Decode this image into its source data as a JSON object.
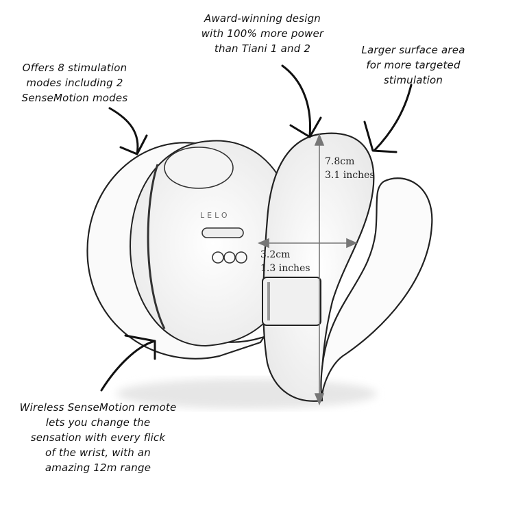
{
  "callouts": {
    "modes": "Offers 8 stimulation\nmodes including 2\nSenseMotion modes",
    "award": "Award-winning design\nwith 100% more power\nthan Tiani 1 and 2",
    "surface": "Larger surface area\nfor more targeted\nstimulation",
    "remote": "Wireless SenseMotion remote\nlets you change the\nsensation with every flick\nof the wrist, with an\namazing 12m range"
  },
  "dimensions": {
    "length": "7.8cm\n3.1 inches",
    "width": "3.2cm\n1.3 inches"
  },
  "colors": {
    "ink": "#111111",
    "measure": "#777777"
  }
}
